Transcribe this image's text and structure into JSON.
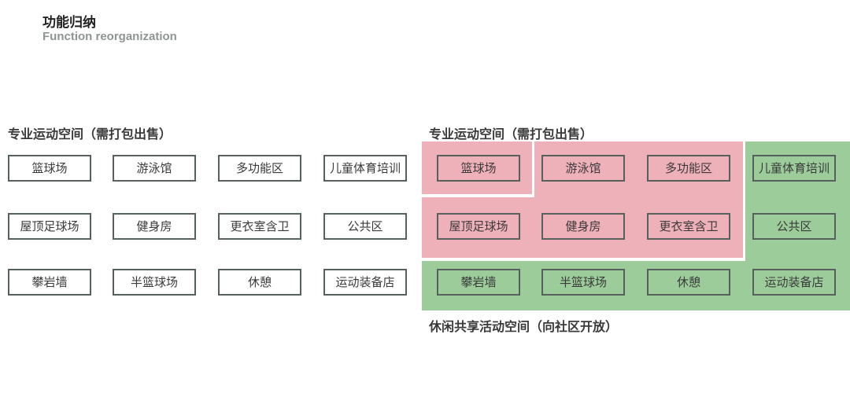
{
  "header": {
    "title_cn": "功能归纳",
    "title_en": "Function reorganization"
  },
  "left_panel": {
    "label": "专业运动空间（需打包出售）",
    "rows": [
      [
        "篮球场",
        "游泳馆",
        "多功能区",
        "儿童体育培训"
      ],
      [
        "屋顶足球场",
        "健身房",
        "更衣室含卫",
        "公共区"
      ],
      [
        "攀岩墙",
        "半篮球场",
        "休憩",
        "运动装备店"
      ]
    ]
  },
  "right_panel": {
    "top_label": "专业运动空间（需打包出售）",
    "bottom_label": "休闲共享活动空间（向社区开放）",
    "rows": [
      [
        "篮球场",
        "游泳馆",
        "多功能区",
        "儿童体育培训"
      ],
      [
        "屋顶足球场",
        "健身房",
        "更衣室含卫",
        "公共区"
      ],
      [
        "攀岩墙",
        "半篮球场",
        "休憩",
        "运动装备店"
      ]
    ],
    "zone_colors": {
      "professional": "#eeb0b9",
      "leisure": "#9ccc9a"
    }
  }
}
